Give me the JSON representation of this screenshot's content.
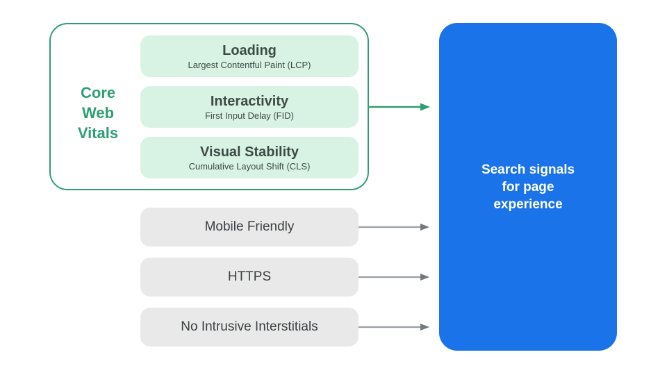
{
  "diagram": {
    "title": "Search signals for page experience diagram",
    "core_web_vitals": {
      "label_lines": [
        "Core",
        "Web",
        "Vitals"
      ],
      "items": [
        {
          "title": "Loading",
          "subtitle": "Largest Contentful Paint (LCP)"
        },
        {
          "title": "Interactivity",
          "subtitle": "First Input Delay (FID)"
        },
        {
          "title": "Visual Stability",
          "subtitle": "Cumulative Layout Shift (CLS)"
        }
      ]
    },
    "other_signals": [
      "Mobile Friendly",
      "HTTPS",
      "No Intrusive Interstitials"
    ],
    "result": {
      "lines": [
        "Search signals",
        "for page",
        "experience"
      ]
    }
  },
  "colors": {
    "green": "#2f9e74",
    "mint_fill": "#d8f2e4",
    "blue_fill": "#1a73e8",
    "gray_fill": "#e9e9e9",
    "arrow_gray": "#9aa0a6",
    "arrow_gray_head": "#74797d",
    "dark_text": "#3d4b45",
    "gray_text": "#3c0443_see_note",
    "gray_box_text": "#3c4043",
    "white_text": "#ffffff"
  }
}
